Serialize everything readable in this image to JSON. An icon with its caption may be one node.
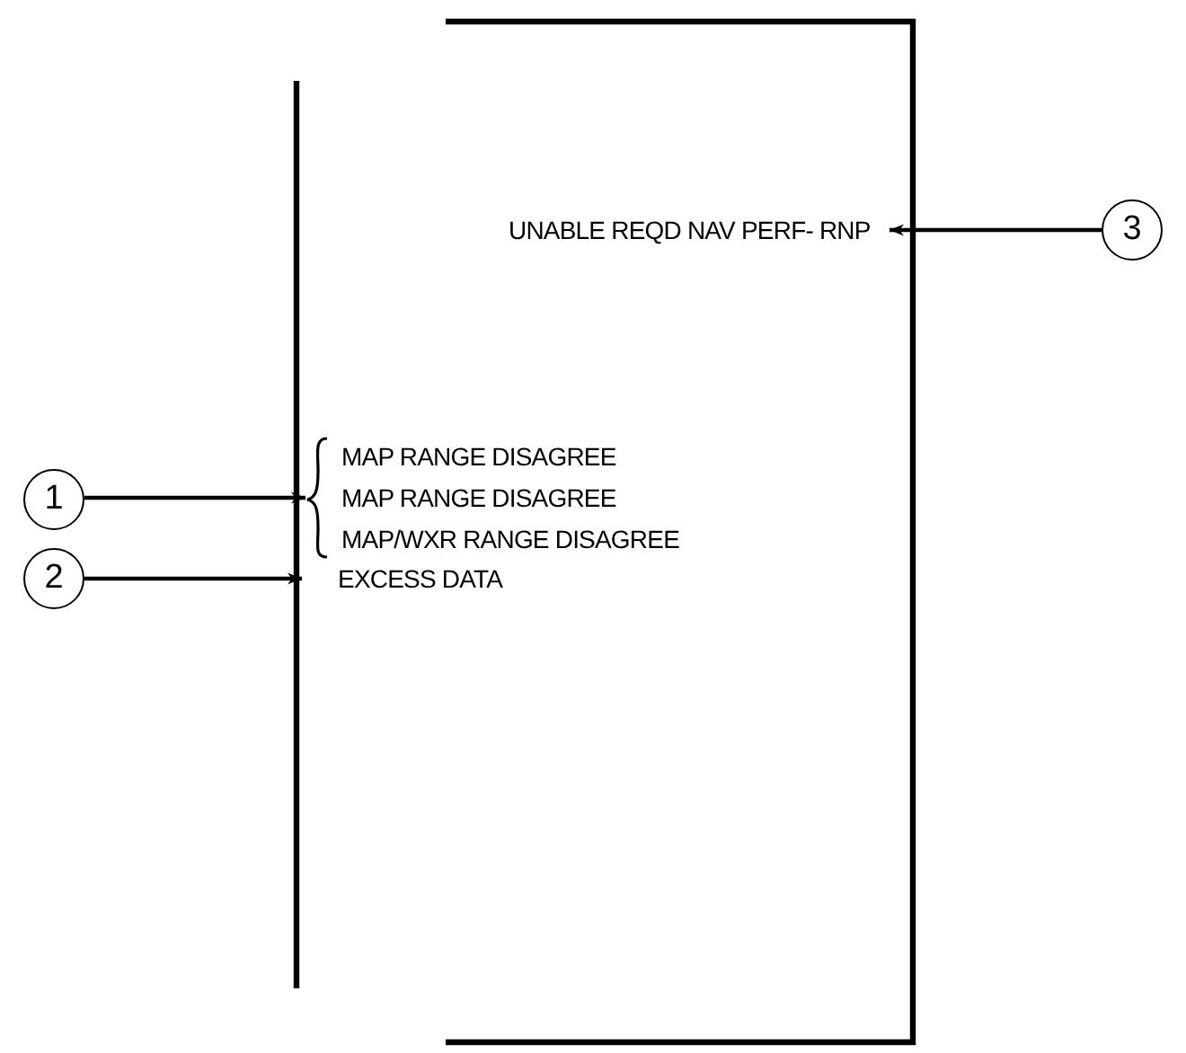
{
  "diagram": {
    "nodes": [
      {
        "text": [
          "UNABLE REQD NAV PERF- RNP"
        ]
      },
      {
        "text": [
          "3"
        ]
      },
      {
        "text": [
          "MAP RANGE DISAGREE",
          "MAP RANGE DISAGREE",
          "MAP/WXR RANGE DISAGREE"
        ]
      },
      {
        "text": [
          "1"
        ]
      },
      {
        "text": [
          "EXCESS DATA"
        ]
      },
      {
        "text": [
          "2"
        ]
      }
    ],
    "edges": [
      {
        "from": 1,
        "to": 0,
        "arrow": "to"
      },
      {
        "from": 3,
        "to": 2,
        "arrow": "to"
      },
      {
        "from": 5,
        "to": 4,
        "arrow": "to"
      }
    ]
  }
}
